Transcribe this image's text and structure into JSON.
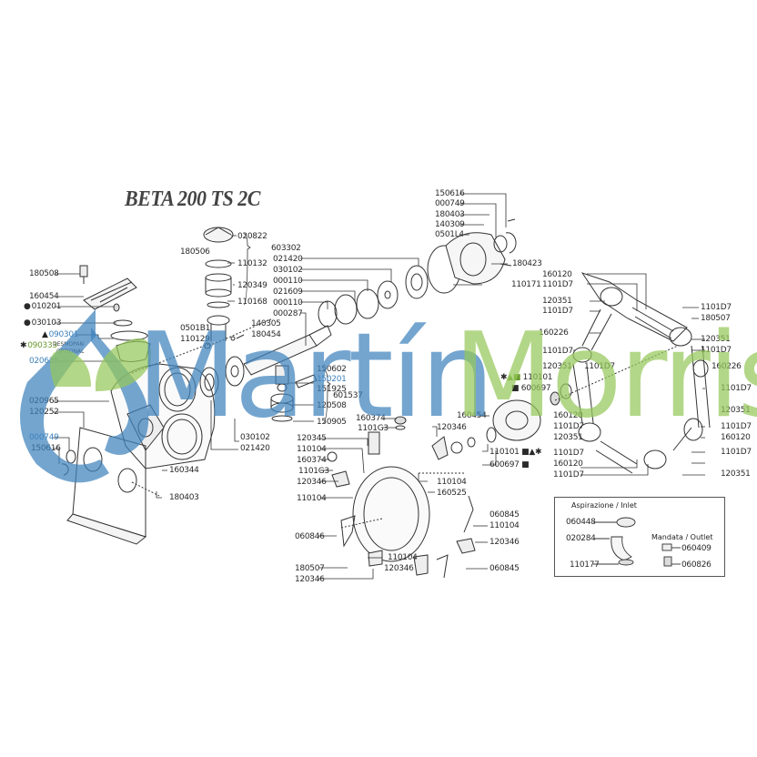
{
  "title": "BETA 200 TS 2C",
  "watermark": {
    "brand_left": "Martín",
    "brand_right": "Morris",
    "colors": {
      "blue": "#3e82bd",
      "green": "#96c85a"
    }
  },
  "legend_symbols": {
    "circle": "●",
    "triangle": "▲",
    "star": "✱",
    "square": "■"
  },
  "labels": {
    "l180508": "180508",
    "l160454a": "160454",
    "l010201": "010201",
    "l030103": "030103",
    "l090301": "090301",
    "l090333": "090333",
    "l_desmopan": "DESMOPAN",
    "l_optional": "OPTIONAL",
    "l020638": "020638",
    "l020965": "020965",
    "l120252": "120252",
    "l000749a": "000749",
    "l150616a": "150616",
    "l160344": "160344",
    "l180403a": "180403",
    "l030102a": "030102",
    "l021420a": "021420",
    "l020822": "020822",
    "l180506": "180506",
    "l110132": "110132",
    "l120349": "120349",
    "l110168": "110168",
    "l603302": "603302",
    "l0501B1": "0501B1",
    "l110129": "110129",
    "l140305": "140305",
    "l180454": "180454",
    "l021420b": "021420",
    "l030102b": "030102",
    "l000110a": "000110",
    "l021609": "021609",
    "l000110b": "000110",
    "l000287": "000287",
    "l150602": "150602",
    "l150201": "150201",
    "l151925": "151925",
    "l120508": "120508",
    "l150905": "150905",
    "l601537": "601537",
    "l150616b": "150616",
    "l000749b": "000749",
    "l180403b": "180403",
    "l140309": "140309",
    "l0501L4": "0501L4",
    "l180423": "180423",
    "l110171": "110171",
    "l160374a": "160374",
    "l1101G3a": "1101G3",
    "l120345": "120345",
    "l110104a": "110104",
    "l160374b": "160374",
    "l1101G3b": "1101G3",
    "l120346a": "120346",
    "l110104b": "110104",
    "l120346b": "120346",
    "l110104c": "110104",
    "l160525": "160525",
    "l060845a": "060845",
    "l110104d": "110104",
    "l060846": "060846",
    "l120346c": "120346",
    "l110104e": "110104",
    "l180507a": "180507",
    "l120346d": "120346",
    "l120346e": "120346",
    "l060845b": "060845",
    "l160454b": "160454",
    "l110101a": "110101",
    "l600697a": "600697",
    "r160120a": "160120",
    "r1101D7a": "1101D7",
    "r120351a": "120351",
    "r1101D7b": "1101D7",
    "r160226a": "160226",
    "r1101D7c": "1101D7",
    "r120351b": "120351",
    "r110101b": "110101",
    "r600697b": "600697",
    "r1101D7d": "1101D7",
    "r180507b": "180507",
    "r120351c": "120351",
    "r1101D7e": "1101D7",
    "r160226b": "160226",
    "r1101D7f": "1101D7",
    "r1101D7g": "1101D7",
    "r160120b": "160120",
    "r1101D7h": "1101D7",
    "r120351d": "120351",
    "r120351e": "120351",
    "r1101D7i": "1101D7",
    "r160120c": "160120",
    "r1101D7j": "1101D7",
    "r160120d": "160120",
    "r1101D7k": "1101D7",
    "r1101D7l": "1101D7",
    "r120351f": "120351"
  },
  "inset": {
    "inlet_title": "Aspirazione / Inlet",
    "outlet_title": "Mandata / Outlet",
    "inlet_parts": [
      "060448",
      "020284",
      "110177"
    ],
    "outlet_parts": [
      "060409",
      "060826"
    ]
  }
}
